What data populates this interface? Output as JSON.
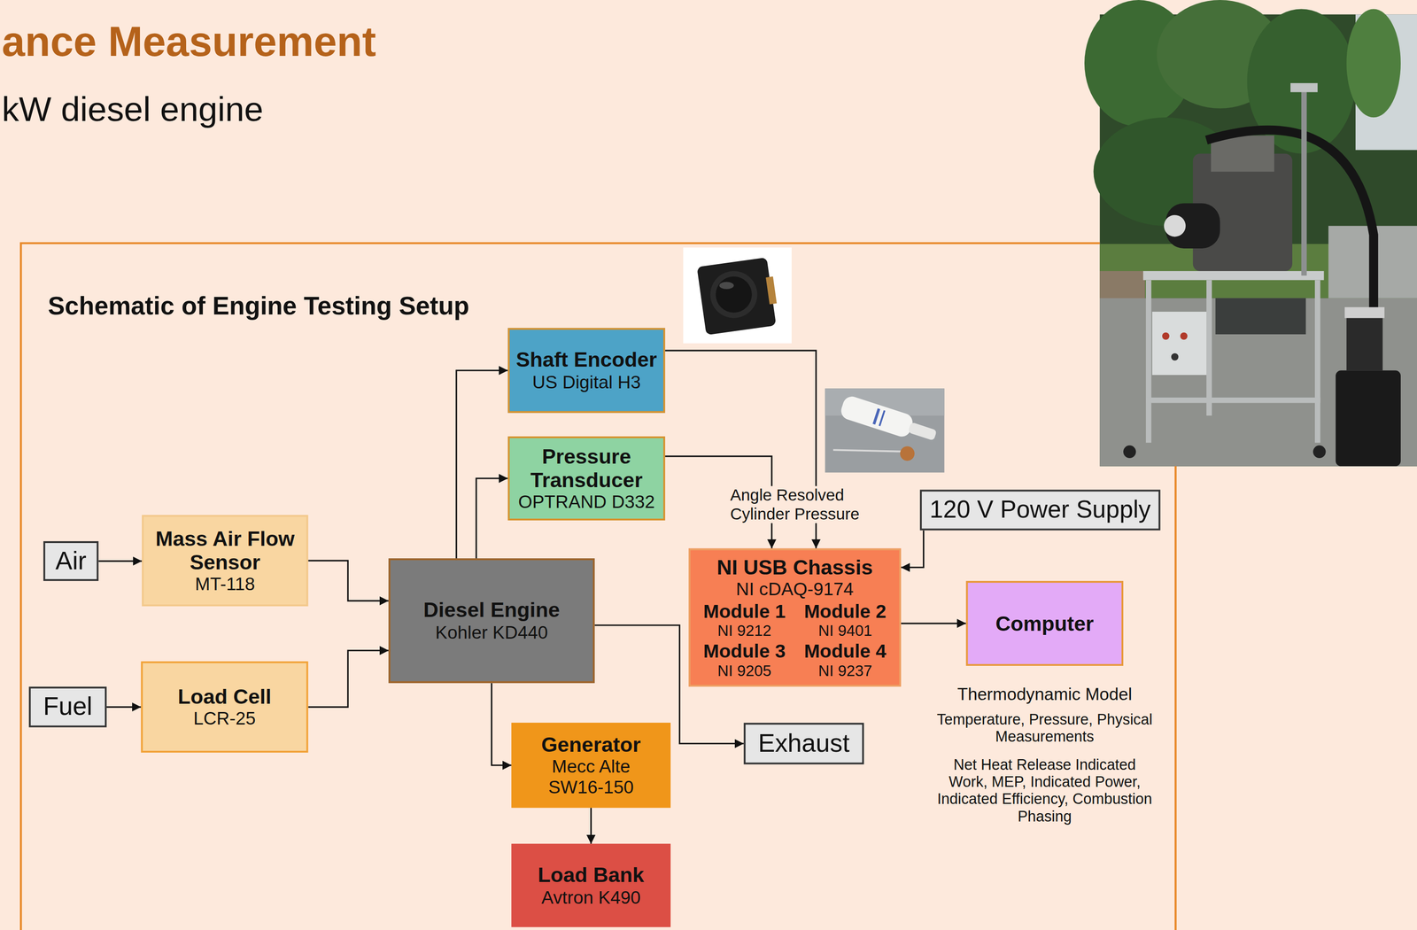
{
  "diagram": {
    "title": "ance Measurement",
    "nodes": [
      {
        "text": [
          "Schematic of Engine Testing Setup"
        ]
      },
      {
        "text": [
          "Shaft Encoder",
          "US Digital H3"
        ],
        "in": 0
      },
      {
        "text": [
          "Pressure Transducer",
          "OPTRAND D332"
        ],
        "in": 0
      },
      {
        "text": [
          "Air"
        ],
        "in": 0
      },
      {
        "text": [
          "Mass Air Flow Sensor",
          "MT-118"
        ],
        "in": 0
      },
      {
        "text": [
          "Diesel Engine",
          "Kohler KD440"
        ],
        "in": 0
      },
      {
        "text": [
          "120 V Power Supply"
        ],
        "in": 0
      },
      {
        "text": [
          "NI USB Chassis",
          "NI cDAQ-9174",
          "Module 1",
          "NI 9212",
          "Module 2",
          "NI 9401",
          "Module 3",
          "NI 9205",
          "Module 4",
          "NI 9237"
        ],
        "in": 0
      },
      {
        "text": [
          "Computer"
        ],
        "in": 0
      },
      {
        "text": [
          "Fuel"
        ],
        "in": 0
      },
      {
        "text": [
          "Load Cell",
          "LCR-25"
        ],
        "in": 0
      },
      {
        "text": [
          "Generator",
          "Mecc Alte SW16-150"
        ],
        "in": 0
      },
      {
        "text": [
          "Exhaust"
        ],
        "in": 0
      },
      {
        "text": [
          "Load Bank",
          "Avtron K490"
        ],
        "in": 0
      }
    ],
    "edges": [
      {
        "from": 3,
        "to": 4,
        "arrow": "to"
      },
      {
        "from": 4,
        "to": 5,
        "arrow": "to"
      },
      {
        "from": 9,
        "to": 10,
        "arrow": "to"
      },
      {
        "from": 10,
        "to": 5,
        "arrow": "to"
      },
      {
        "from": 5,
        "to": 1,
        "arrow": "to"
      },
      {
        "from": 5,
        "to": 2,
        "arrow": "to"
      },
      {
        "from": 5,
        "to": 11,
        "arrow": "to"
      },
      {
        "from": 5,
        "to": 12,
        "arrow": "to"
      },
      {
        "from": 11,
        "to": 13,
        "arrow": "to"
      },
      {
        "from": 1,
        "to": 7,
        "arrow": "to"
      },
      {
        "from": 2,
        "to": 7,
        "label": "Angle Resolved Cylinder Pressure",
        "arrow": "to"
      },
      {
        "from": 6,
        "to": 7,
        "arrow": "to"
      },
      {
        "from": 7,
        "to": 8,
        "arrow": "to"
      }
    ],
    "labels": [
      "kW diesel engine",
      "Thermodynamic Model",
      "Temperature, Pressure, Physical Measurements",
      "Net Heat Release Indicated Work, MEP, Indicated Power, Indicated Efficiency, Combustion Phasing"
    ]
  }
}
